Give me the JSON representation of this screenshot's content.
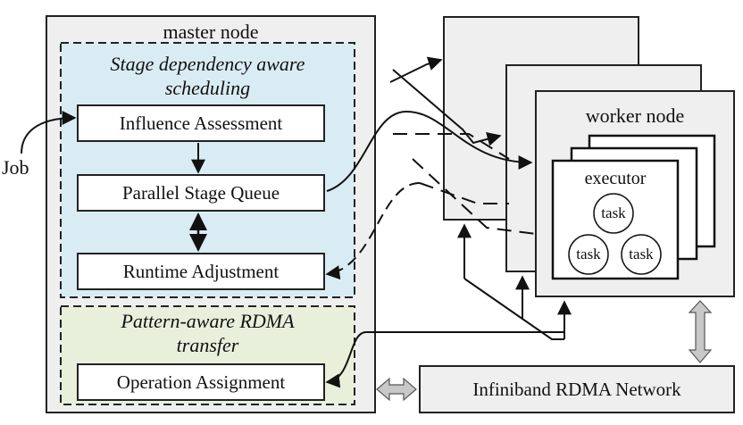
{
  "master": {
    "title": "master node",
    "scheduling_section": {
      "title_line1": "Stage dependency aware",
      "title_line2": "scheduling",
      "steps": {
        "influence": "Influence Assessment",
        "queue": "Parallel Stage Queue",
        "runtime": "Runtime Adjustment"
      }
    },
    "transfer_section": {
      "title_line1": "Pattern-aware RDMA",
      "title_line2": "transfer",
      "step": "Operation Assignment"
    }
  },
  "job_label": "Job",
  "worker": {
    "title": "worker node",
    "executor_label": "executor",
    "tasks": [
      "task",
      "task",
      "task"
    ]
  },
  "network_label": "Infiniband RDMA Network",
  "colors": {
    "scheduling_bg": "#d9ecf3",
    "transfer_bg": "#e8f0dc",
    "panel_bg": "#efefef",
    "arrow_gray": "#c8c8c8"
  }
}
